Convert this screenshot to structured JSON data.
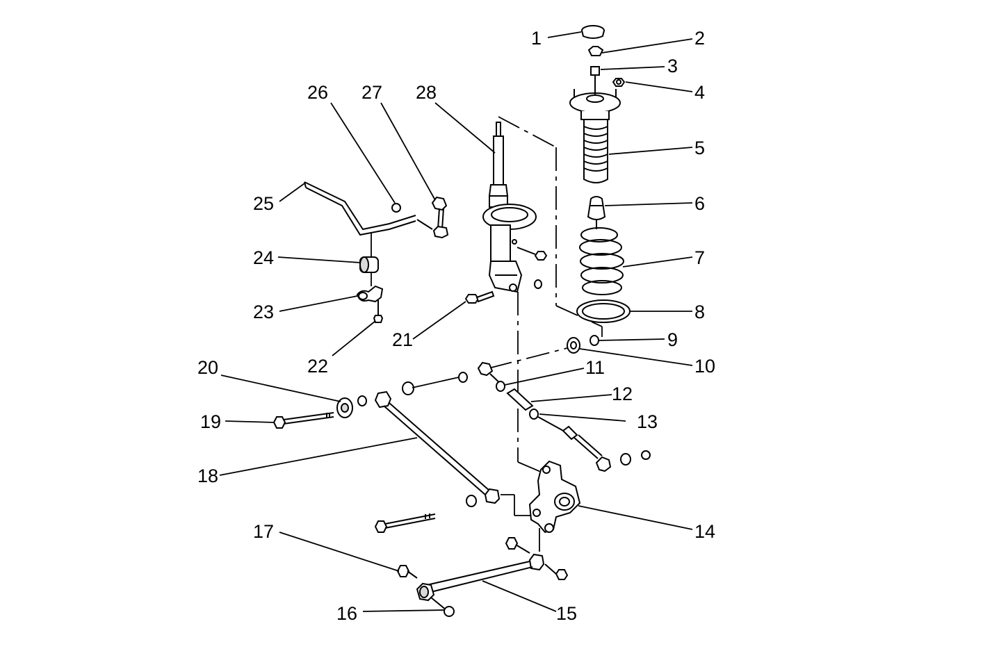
{
  "labels": {
    "l1": "1",
    "l2": "2",
    "l3": "3",
    "l4": "4",
    "l5": "5",
    "l6": "6",
    "l7": "7",
    "l8": "8",
    "l9": "9",
    "l10": "10",
    "l11": "11",
    "l12": "12",
    "l13": "13",
    "l14": "14",
    "l15": "15",
    "l16": "16",
    "l17": "17",
    "l18": "18",
    "l19": "19",
    "l20": "20",
    "l21": "21",
    "l22": "22",
    "l23": "23",
    "l24": "24",
    "l25": "25",
    "l26": "26",
    "l27": "27",
    "l28": "28"
  }
}
